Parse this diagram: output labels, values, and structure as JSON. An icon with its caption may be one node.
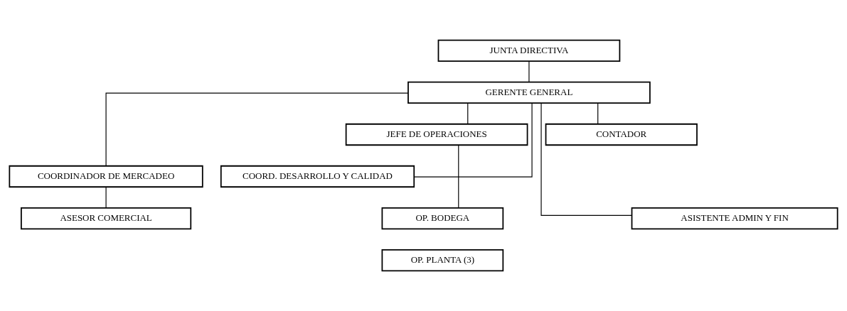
{
  "diagram": {
    "nodes": [
      {
        "text": [
          "JUNTA DIRECTIVA"
        ]
      },
      {
        "text": [
          "GERENTE GENERAL"
        ]
      },
      {
        "text": [
          "COORDINADOR DE MERCADEO"
        ]
      },
      {
        "text": [
          "COORD. DESARROLLO Y CALIDAD"
        ]
      },
      {
        "text": [
          "JEFE DE OPERACIONES"
        ]
      },
      {
        "text": [
          "CONTADOR"
        ]
      },
      {
        "text": [
          "ASESOR COMERCIAL"
        ]
      },
      {
        "text": [
          "OP. BODEGA"
        ]
      },
      {
        "text": [
          "OP. PLANTA (3)"
        ]
      },
      {
        "text": [
          "ASISTENTE ADMIN Y FIN"
        ]
      }
    ],
    "edges": [
      {
        "from": 0,
        "to": 1,
        "arrow": "none"
      },
      {
        "from": 1,
        "to": 2,
        "arrow": "none"
      },
      {
        "from": 1,
        "to": 3,
        "arrow": "none"
      },
      {
        "from": 1,
        "to": 4,
        "arrow": "none"
      },
      {
        "from": 1,
        "to": 9,
        "arrow": "none"
      },
      {
        "from": 1,
        "to": 5,
        "arrow": "none"
      },
      {
        "from": 2,
        "to": 6,
        "arrow": "none"
      },
      {
        "from": 4,
        "to": 7,
        "arrow": "none"
      }
    ]
  }
}
